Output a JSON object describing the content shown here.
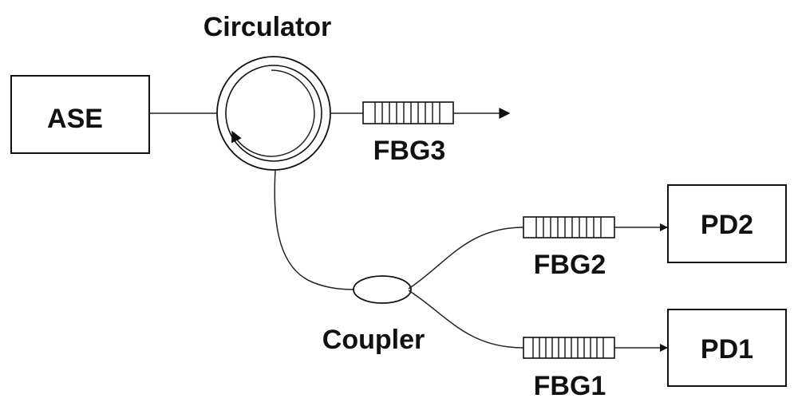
{
  "diagram": {
    "labels": {
      "source": "ASE",
      "circulator": "Circulator",
      "coupler": "Coupler",
      "fbg3": "FBG3",
      "fbg2": "FBG2",
      "fbg1": "FBG1",
      "pd2": "PD2",
      "pd1": "PD1"
    },
    "colors": {
      "stroke": "#111111",
      "background": "#ffffff"
    }
  }
}
